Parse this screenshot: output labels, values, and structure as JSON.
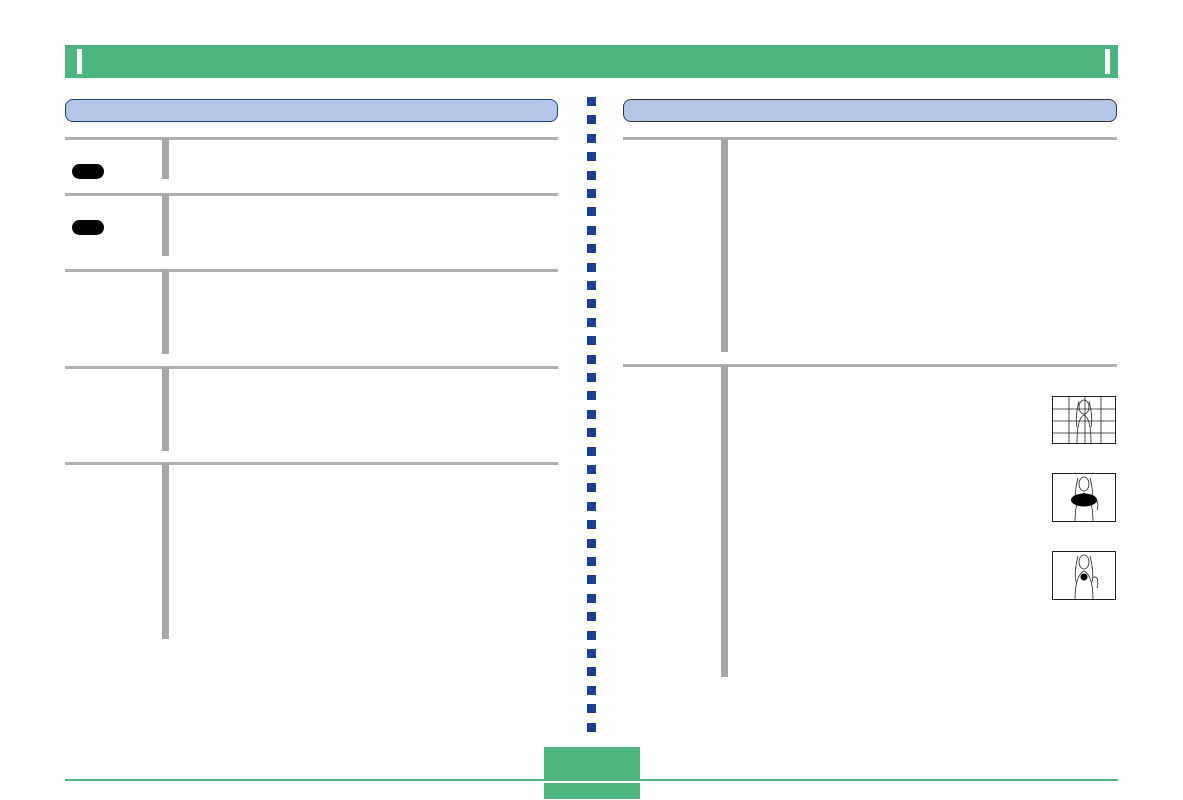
{
  "header": {
    "title": ""
  },
  "left_section": {
    "title": ""
  },
  "right_section": {
    "title": ""
  },
  "footer": {
    "page_number": ""
  },
  "colors": {
    "header_green": "#4db57f",
    "pill_fill": "#b4c6e7",
    "separator_blue": "#1a3f9a",
    "bar_grey": "#a8a8a8"
  },
  "icons": [
    "key-cap-icon",
    "grid-metering-thumbnail",
    "center-weighted-metering-thumbnail",
    "spot-metering-thumbnail"
  ]
}
